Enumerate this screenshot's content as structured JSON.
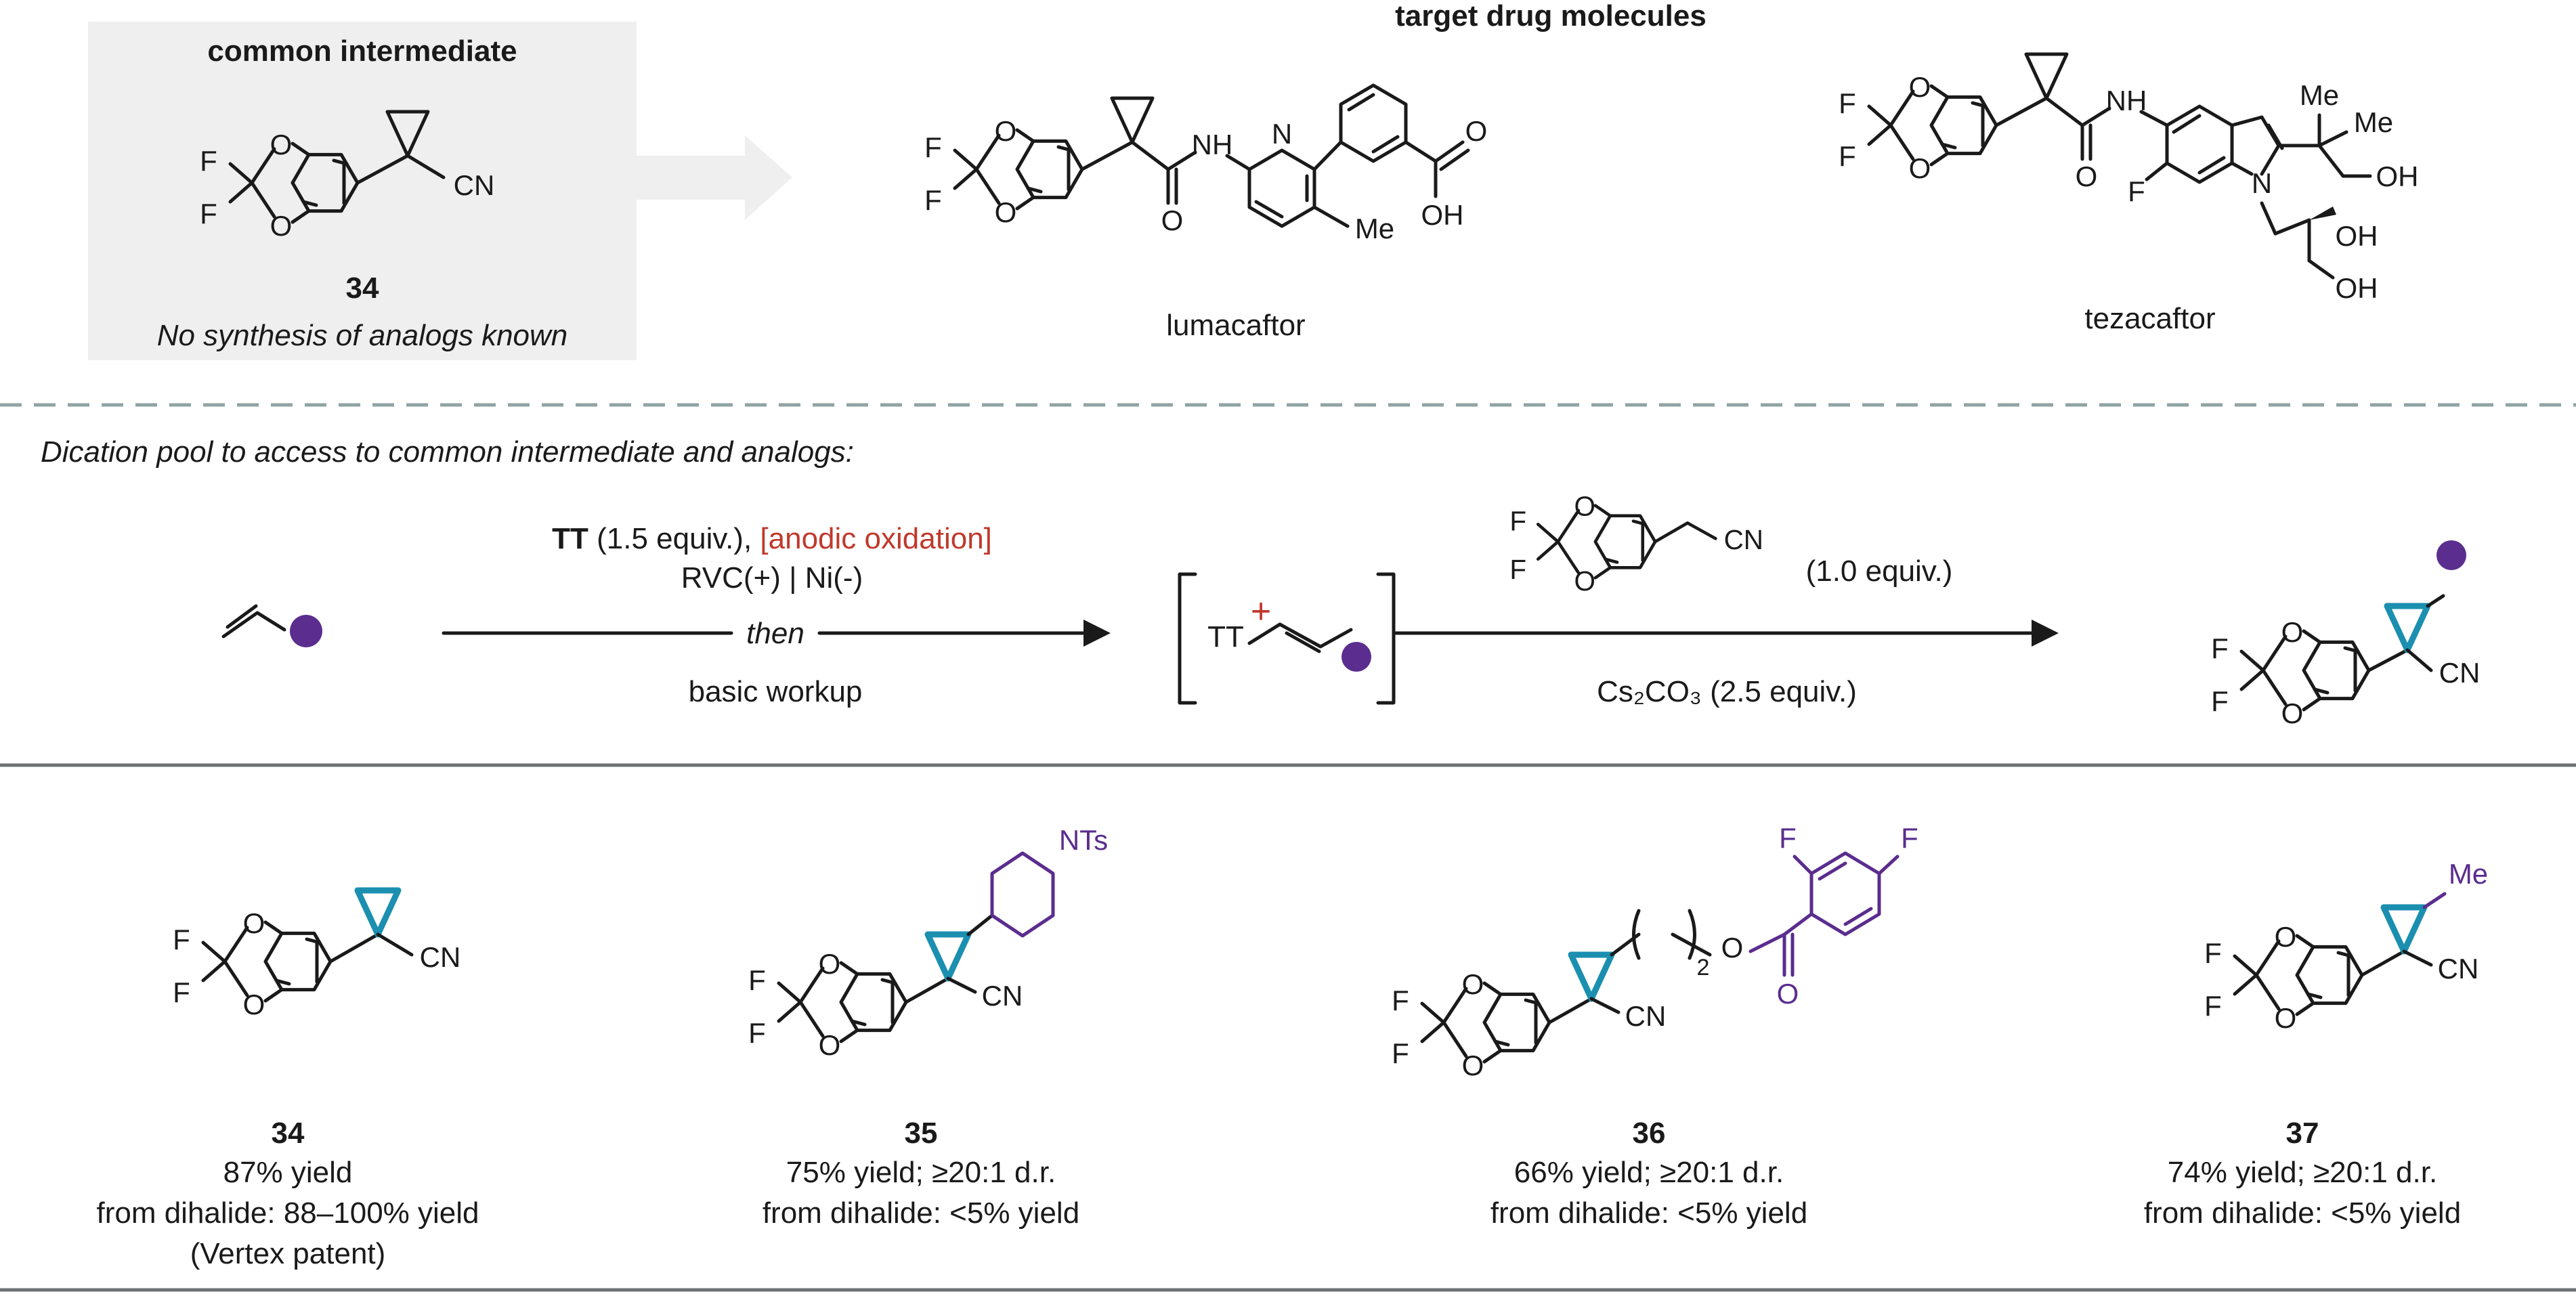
{
  "colors": {
    "accent_red": "#c0392b",
    "purple": "#5b2d8e",
    "cyan": "#1b8fb0",
    "panel_gray": "#efefef",
    "dashed": "#8fa3a3"
  },
  "top": {
    "intermediate_title": "common intermediate",
    "intermediate_number": "34",
    "intermediate_note": "No synthesis of analogs known",
    "targets_title": "target drug molecules",
    "drug1": "lumacaftor",
    "drug2": "tezacaftor"
  },
  "atoms": {
    "F": "F",
    "O": "O",
    "N": "N",
    "NH": "NH",
    "CN": "CN",
    "OH": "OH",
    "Me": "Me",
    "NTs": "NTs",
    "TT": "TT",
    "plus": "+",
    "sub2": "2"
  },
  "scheme": {
    "intro": "Dication pool to access to common intermediate and analogs:",
    "reagent1_bold": "TT",
    "reagent1_rest": "(1.5 equiv.),",
    "reagent1_red": "[anodic oxidation]",
    "reagent2": "RVC(+) | Ni(-)",
    "then": "then",
    "workup": "basic workup",
    "equiv": "(1.0 equiv.)",
    "base": "Cs₂CO₃ (2.5 equiv.)"
  },
  "products": [
    {
      "number": "34",
      "lines": [
        "87% yield",
        "from dihalide: 88–100% yield",
        "(Vertex patent)"
      ]
    },
    {
      "number": "35",
      "lines": [
        "75% yield; ≥20:1 d.r.",
        "from dihalide: <5% yield"
      ]
    },
    {
      "number": "36",
      "lines": [
        "66% yield; ≥20:1 d.r.",
        "from dihalide: <5% yield"
      ]
    },
    {
      "number": "37",
      "lines": [
        "74% yield; ≥20:1 d.r.",
        "from dihalide: <5% yield"
      ]
    }
  ]
}
